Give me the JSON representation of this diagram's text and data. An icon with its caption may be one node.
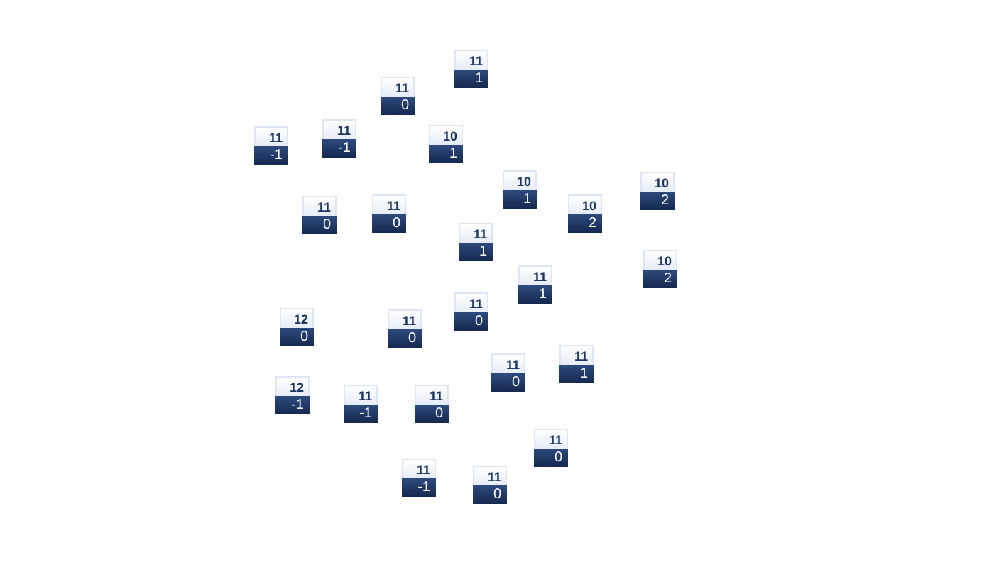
{
  "diagram": {
    "nodes": [
      {
        "text": [
          "11",
          "1"
        ]
      },
      {
        "text": [
          "11",
          "0"
        ]
      },
      {
        "text": [
          "11",
          "-1"
        ]
      },
      {
        "text": [
          "10",
          "1"
        ]
      },
      {
        "text": [
          "11",
          "-1"
        ]
      },
      {
        "text": [
          "10",
          "1"
        ]
      },
      {
        "text": [
          "10",
          "2"
        ]
      },
      {
        "text": [
          "11",
          "0"
        ]
      },
      {
        "text": [
          "11",
          "0"
        ]
      },
      {
        "text": [
          "10",
          "2"
        ]
      },
      {
        "text": [
          "11",
          "1"
        ]
      },
      {
        "text": [
          "10",
          "2"
        ]
      },
      {
        "text": [
          "11",
          "1"
        ]
      },
      {
        "text": [
          "11",
          "0"
        ]
      },
      {
        "text": [
          "12",
          "0"
        ]
      },
      {
        "text": [
          "11",
          "0"
        ]
      },
      {
        "text": [
          "11",
          "1"
        ]
      },
      {
        "text": [
          "11",
          "0"
        ]
      },
      {
        "text": [
          "12",
          "-1"
        ]
      },
      {
        "text": [
          "11",
          "-1"
        ]
      },
      {
        "text": [
          "11",
          "0"
        ]
      },
      {
        "text": [
          "11",
          "0"
        ]
      },
      {
        "text": [
          "11",
          "-1"
        ]
      },
      {
        "text": [
          "11",
          "0"
        ]
      }
    ]
  }
}
